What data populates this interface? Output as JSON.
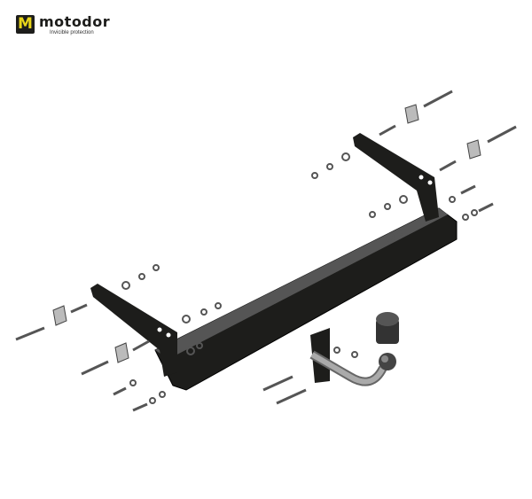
{
  "logo": {
    "mark": "M",
    "brand": "motodor",
    "tagline": "Invicible protection"
  },
  "colors": {
    "logo_yellow": "#e8d51a",
    "part_black": "#1d1d1b",
    "part_grey": "#9a9a9a"
  }
}
